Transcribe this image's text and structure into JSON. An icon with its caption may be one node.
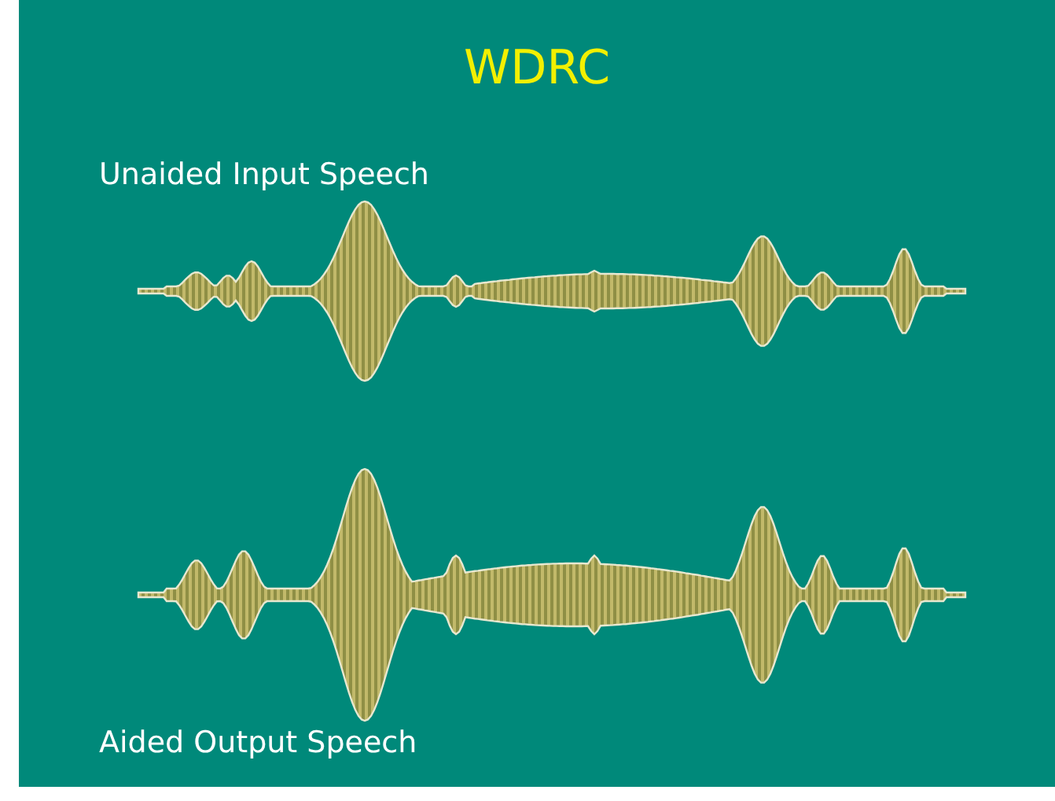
{
  "diagram": {
    "title": "WDRC",
    "labels": [
      "Unaided Input Speech",
      "Aided Output Speech"
    ]
  }
}
